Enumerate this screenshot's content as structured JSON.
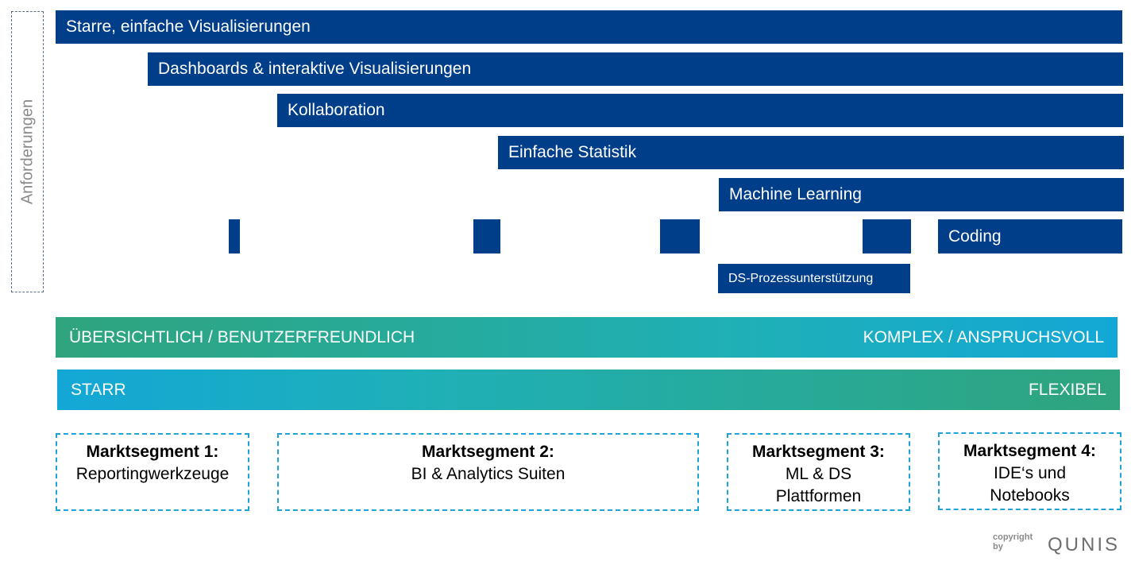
{
  "axis_label": "Anforderungen",
  "requirements": [
    {
      "label": "Starre, einfache Visualisierungen"
    },
    {
      "label": "Dashboards & interaktive Visualisierungen"
    },
    {
      "label": "Kollaboration"
    },
    {
      "label": "Einfache Statistik"
    },
    {
      "label": "Machine Learning"
    },
    {
      "label": "Coding"
    },
    {
      "label": "DS-Prozessunterstützung"
    }
  ],
  "scale_complexity": {
    "left": "ÜBERSICHTLICH / BENUTZERFREUNDLICH",
    "right": "KOMPLEX / ANSPRUCHSVOLL"
  },
  "scale_flexibility": {
    "left": "STARR",
    "right": "FLEXIBEL"
  },
  "segments": [
    {
      "title": "Marktsegment 1:",
      "desc": "Reportingwerkzeuge"
    },
    {
      "title": "Marktsegment 2:",
      "desc": "BI & Analytics Suiten"
    },
    {
      "title": "Marktsegment 3:",
      "desc": "ML & DS Plattformen"
    },
    {
      "title": "Marktsegment 4:",
      "desc": "IDE‘s und Notebooks"
    }
  ],
  "footer": {
    "copyright": "copyright by",
    "logo": "QUNIS"
  },
  "colors": {
    "bar": "#003e8a",
    "green": "#2fa47d",
    "blue": "#13a7d6",
    "dash": "#1fa3d6"
  }
}
